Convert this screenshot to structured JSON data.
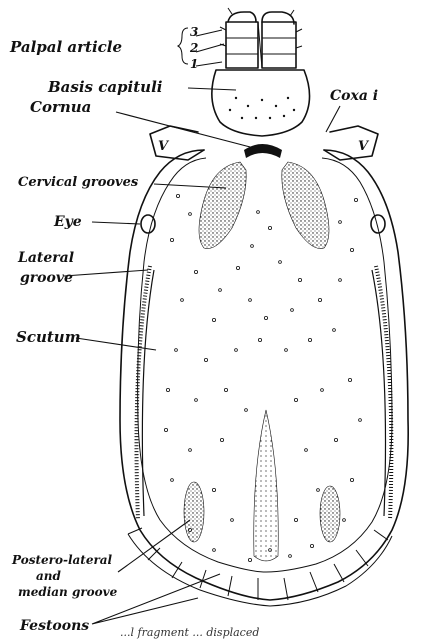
{
  "labels": {
    "palpal_article": "Palpal article",
    "article_3": "3",
    "article_2": "2",
    "article_1": "1",
    "basis_capituli": "Basis capituli",
    "coxa": "Coxa i",
    "cornua": "Cornua",
    "cervical_grooves": "Cervical grooves",
    "eye": "Eye",
    "lateral_groove_1": "Lateral",
    "lateral_groove_2": "groove",
    "scutum": "Scutum",
    "coxa_mark_left": "V",
    "coxa_mark_right": "V",
    "postero_1": "Postero-lateral",
    "postero_2": "and",
    "postero_3": "median groove",
    "festoons": "Festoons",
    "caption_fragment": "...l fragment ... displaced"
  }
}
